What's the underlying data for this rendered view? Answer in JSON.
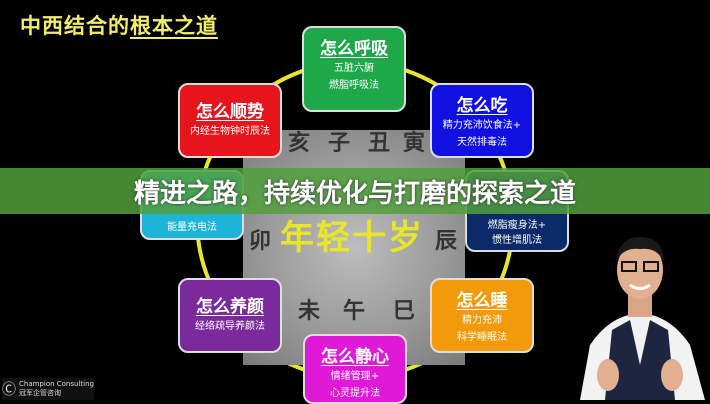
{
  "title_plain": "中西结合的",
  "title_underlined": "根本之道",
  "center_image": {
    "overlay_text": "年轻十岁",
    "glyphs": [
      "子",
      "丑",
      "亥",
      "午",
      "未",
      "巳",
      "辰",
      "卯",
      "寅"
    ]
  },
  "boxes": [
    {
      "title": "怎么呼吸",
      "sub": [
        "五脏六腑",
        "燃脂呼吸法"
      ],
      "color": "#1fa84a"
    },
    {
      "title": "怎么吃",
      "sub": [
        "精力充沛饮食法+",
        "天然排毒法"
      ],
      "color": "#1010e0"
    },
    {
      "title": "怎么顺势",
      "sub": [
        "内经生物钟时辰法"
      ],
      "color": "#e8141b"
    },
    {
      "title": "",
      "sub": [
        "能量充电法"
      ],
      "color": "#1eb4d8"
    },
    {
      "title": "",
      "sub": [
        "燃脂瘦身法+",
        "惯性增肌法"
      ],
      "color": "#0a2a6a"
    },
    {
      "title": "怎么养颜",
      "sub": [
        "经络疏导养颜法"
      ],
      "color": "#7a2a9a"
    },
    {
      "title": "怎么睡",
      "sub": [
        "精力充沛",
        "科学睡眠法"
      ],
      "color": "#f39a0a"
    },
    {
      "title": "怎么静心",
      "sub": [
        "情绪管理+",
        "心灵提升法"
      ],
      "color": "#e018d8"
    }
  ],
  "banner": "精进之路，持续优化与打磨的探索之道",
  "logo": {
    "en": "Champion Consulting",
    "cn": "冠军企管咨询"
  }
}
